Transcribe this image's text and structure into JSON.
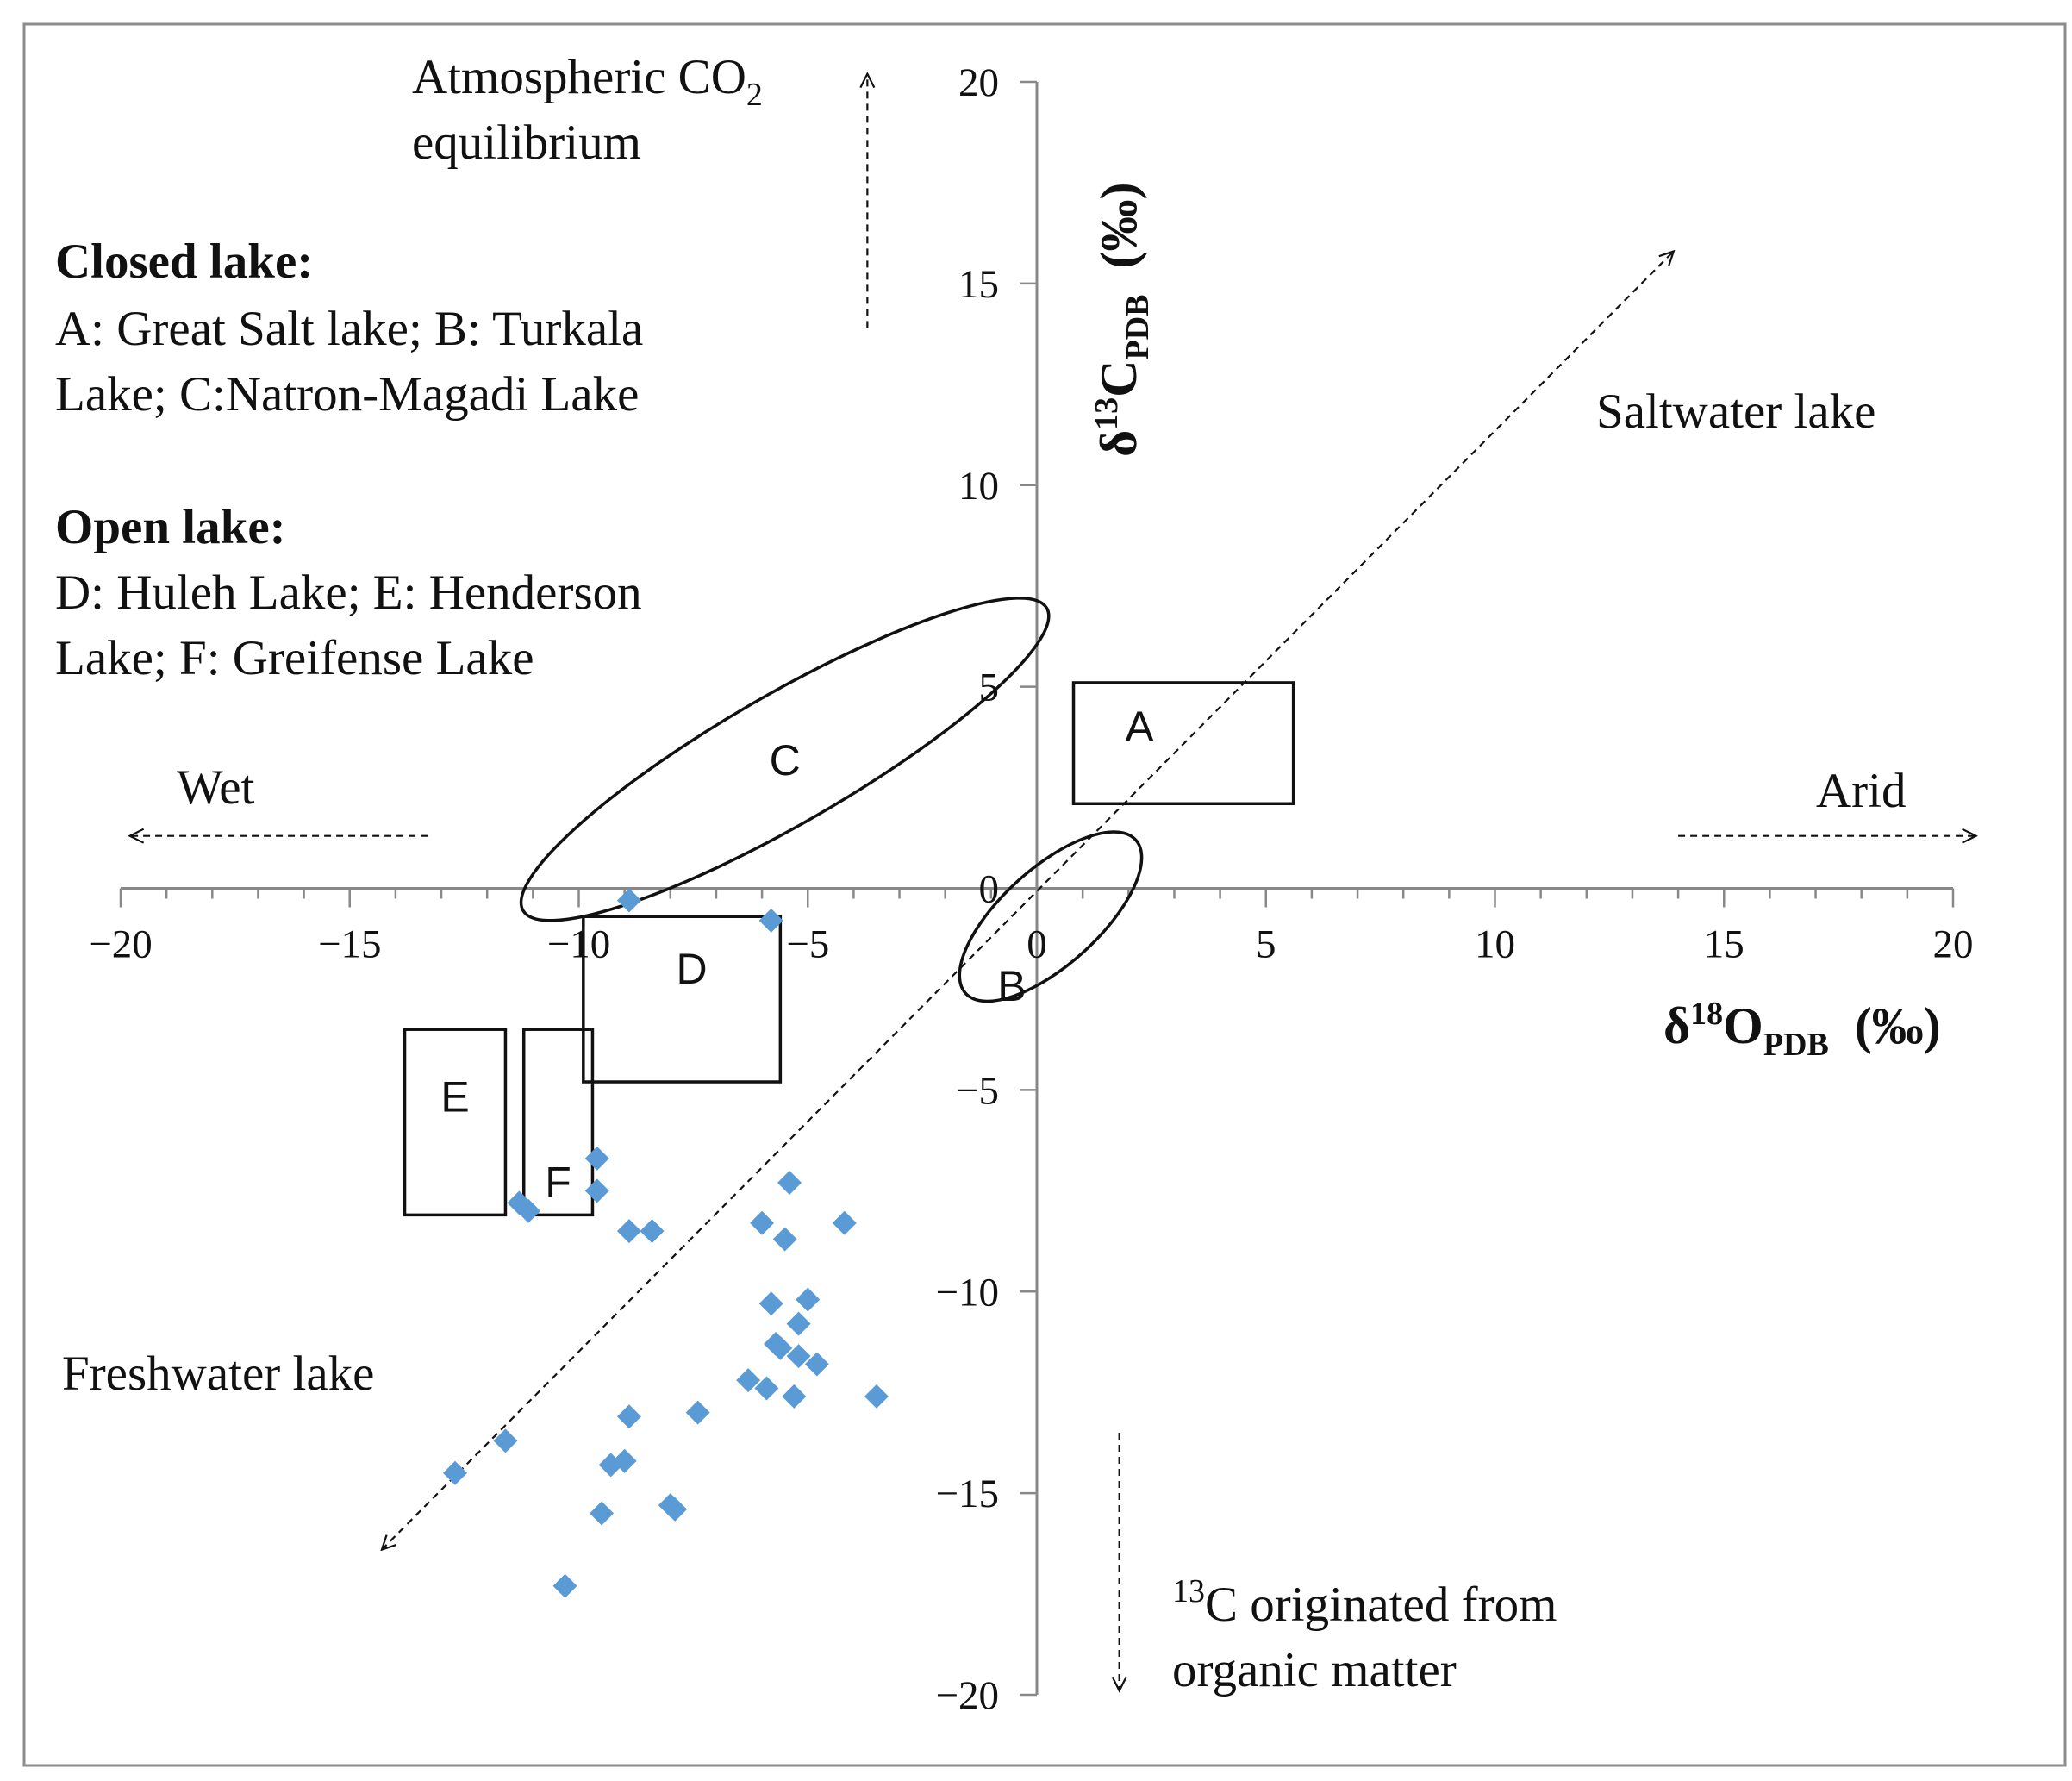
{
  "chart_data": {
    "type": "scatter",
    "xlabel": {
      "main": "δ",
      "sup": "18",
      "sym": "O",
      "sub": "PDB",
      "unit": "(‰)"
    },
    "ylabel": {
      "main": "δ",
      "sup": "13",
      "sym": "C",
      "sub": "PDB",
      "unit": "(‰)"
    },
    "xlim": [
      -20,
      20
    ],
    "ylim": [
      -20,
      20
    ],
    "x_ticks": [
      -20,
      -15,
      -10,
      -5,
      0,
      5,
      10,
      15,
      20
    ],
    "y_ticks": [
      -20,
      -15,
      -10,
      -5,
      0,
      5,
      10,
      15,
      20
    ],
    "x_tick_labels": [
      "−20",
      "−15",
      "−10",
      "−5",
      "0",
      "5",
      "10",
      "15",
      "20"
    ],
    "y_tick_labels": [
      "−20",
      "−15",
      "−10",
      "−5",
      "0",
      "5",
      "10",
      "15",
      "20"
    ],
    "grid": false,
    "marker_color": "#5b9bd5",
    "points": [
      {
        "x": -8.9,
        "y": -0.3
      },
      {
        "x": -5.8,
        "y": -0.8
      },
      {
        "x": -9.6,
        "y": -6.7
      },
      {
        "x": -9.6,
        "y": -7.5
      },
      {
        "x": -11.3,
        "y": -7.8
      },
      {
        "x": -11.1,
        "y": -8.0
      },
      {
        "x": -8.9,
        "y": -8.5
      },
      {
        "x": -8.4,
        "y": -8.5
      },
      {
        "x": -5.4,
        "y": -7.3
      },
      {
        "x": -6.0,
        "y": -8.3
      },
      {
        "x": -5.5,
        "y": -8.7
      },
      {
        "x": -4.2,
        "y": -8.3
      },
      {
        "x": -5.8,
        "y": -10.3
      },
      {
        "x": -5.0,
        "y": -10.2
      },
      {
        "x": -5.2,
        "y": -10.8
      },
      {
        "x": -5.7,
        "y": -11.3
      },
      {
        "x": -5.6,
        "y": -11.4
      },
      {
        "x": -5.2,
        "y": -11.6
      },
      {
        "x": -4.8,
        "y": -11.8
      },
      {
        "x": -6.3,
        "y": -12.2
      },
      {
        "x": -5.9,
        "y": -12.4
      },
      {
        "x": -5.3,
        "y": -12.6
      },
      {
        "x": -3.5,
        "y": -12.6
      },
      {
        "x": -7.4,
        "y": -13.0
      },
      {
        "x": -8.9,
        "y": -13.1
      },
      {
        "x": -11.6,
        "y": -13.7
      },
      {
        "x": -9.0,
        "y": -14.2
      },
      {
        "x": -9.3,
        "y": -14.3
      },
      {
        "x": -12.7,
        "y": -14.5
      },
      {
        "x": -9.5,
        "y": -15.5
      },
      {
        "x": -8.0,
        "y": -15.3
      },
      {
        "x": -7.9,
        "y": -15.4
      },
      {
        "x": -10.3,
        "y": -17.3
      }
    ],
    "regions": [
      {
        "id": "A",
        "label": "A",
        "shape": "rect",
        "x": [
          0.8,
          5.6
        ],
        "y": [
          2.1,
          5.1
        ]
      },
      {
        "id": "B",
        "label": "B",
        "shape": "ellipse",
        "center": [
          0.3,
          -0.7
        ],
        "semi_axes": [
          2.5,
          1.2
        ],
        "angle_deg": 42
      },
      {
        "id": "C",
        "label": "C",
        "shape": "ellipse",
        "center": [
          -5.5,
          3.2
        ],
        "semi_axes": [
          6.6,
          1.6
        ],
        "angle_deg": 30
      },
      {
        "id": "D",
        "label": "D",
        "shape": "rect",
        "x": [
          -9.9,
          -5.6
        ],
        "y": [
          -4.8,
          -0.7
        ]
      },
      {
        "id": "E",
        "label": "E",
        "shape": "rect",
        "x": [
          -13.8,
          -11.6
        ],
        "y": [
          -8.1,
          -3.5
        ]
      },
      {
        "id": "F",
        "label": "F",
        "shape": "rect",
        "x": [
          -11.2,
          -9.7
        ],
        "y": [
          -8.1,
          -3.5
        ]
      }
    ],
    "arrows": [
      {
        "name": "salinity-diagonal",
        "from": [
          -14.3,
          -16.4
        ],
        "to": [
          13.9,
          15.8
        ],
        "double": true
      },
      {
        "name": "wet-arrow",
        "from": [
          -13.3,
          1.3
        ],
        "to": [
          -19.8,
          1.3
        ]
      },
      {
        "name": "arid-arrow",
        "from": [
          14.0,
          1.3
        ],
        "to": [
          20.5,
          1.3
        ]
      },
      {
        "name": "atmospheric-arrow",
        "from": [
          -3.7,
          13.9
        ],
        "to": [
          -3.7,
          20.2
        ]
      },
      {
        "name": "organic-arrow",
        "from": [
          1.8,
          -13.5
        ],
        "to": [
          1.8,
          -19.9
        ]
      }
    ]
  },
  "annotations": {
    "atmospheric_line1": "Atmospheric CO",
    "atmospheric_sub": "2",
    "atmospheric_line2": "equilibrium",
    "closed_title": "Closed lake:",
    "closed_line1": "A: Great Salt lake; B: Turkala",
    "closed_line2": "Lake; C:Natron-Magadi Lake",
    "open_title": "Open lake:",
    "open_line1": "D: Huleh Lake; E: Henderson",
    "open_line2": "Lake; F: Greifense Lake",
    "wet": "Wet",
    "arid": "Arid",
    "saltwater": "Saltwater lake",
    "freshwater": "Freshwater lake",
    "organic_sup": "13",
    "organic_line1": "C originated from",
    "organic_line2": "organic matter"
  }
}
